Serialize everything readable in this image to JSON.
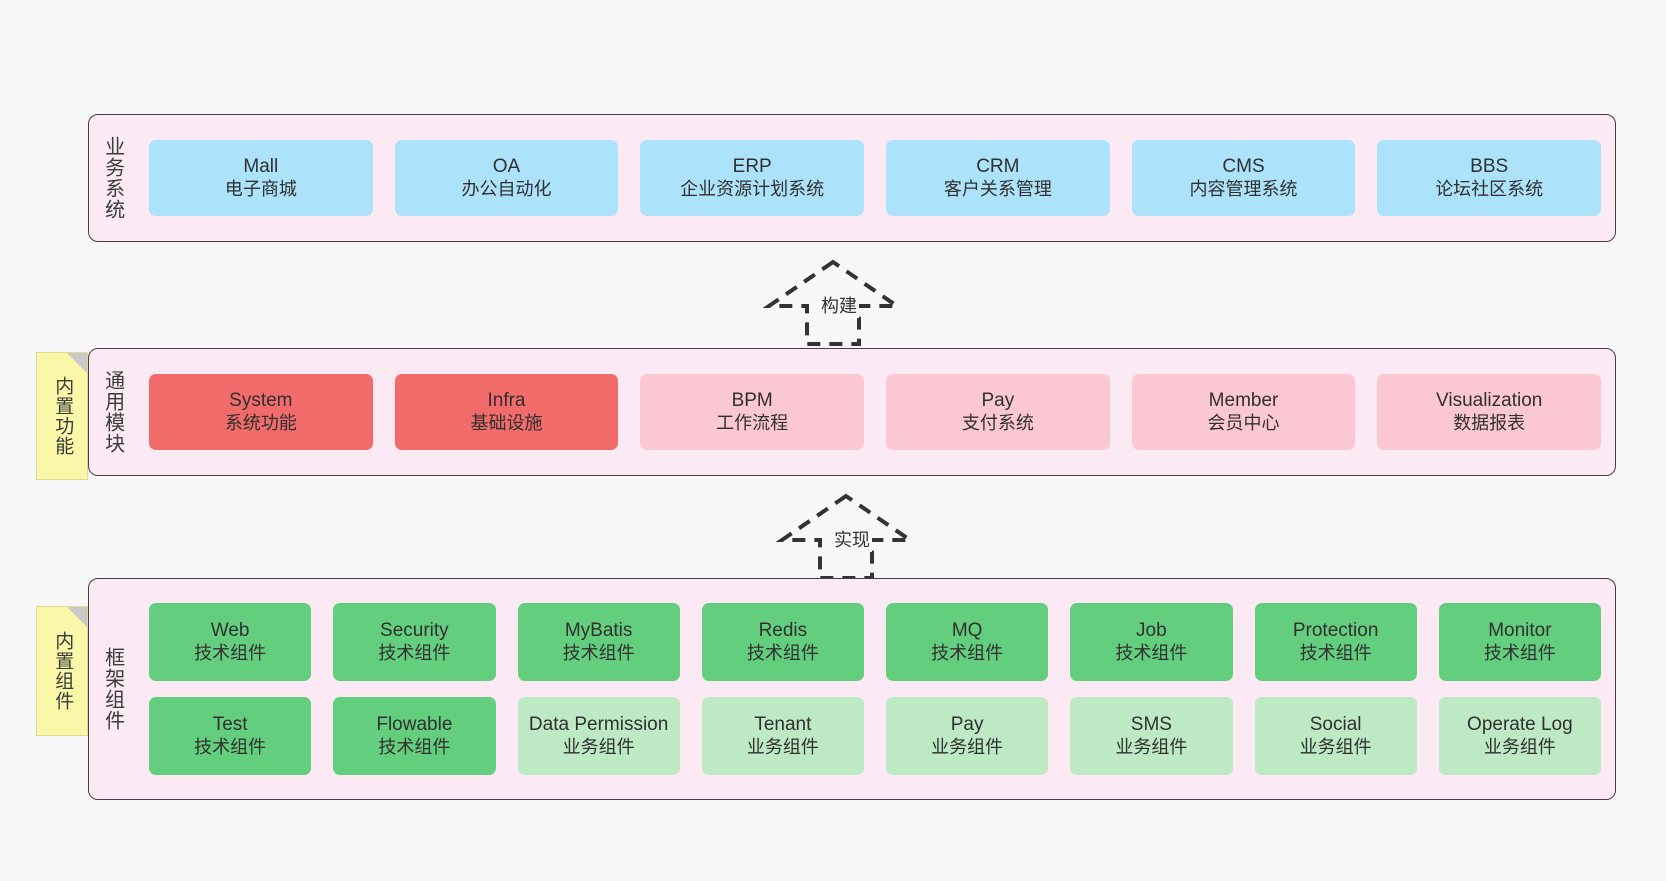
{
  "diagram": {
    "background": "#f7f7f7",
    "band_fill": "#fbeaf4",
    "band_stroke": "#4a3b44",
    "note_fill": "#fbf7a8"
  },
  "notes": [
    {
      "id": "builtin-function",
      "label": "内置功能"
    },
    {
      "id": "builtin-component",
      "label": "内置组件"
    }
  ],
  "arrows": [
    {
      "id": "build",
      "label": "构建",
      "style": "dashed-generalization"
    },
    {
      "id": "implement",
      "label": "实现",
      "style": "dashed-generalization"
    }
  ],
  "layers": [
    {
      "id": "business",
      "title": "业务系统",
      "rows": [
        {
          "tiles": [
            {
              "name": "Mall",
              "desc": "电子商城",
              "color": "#ace3fb",
              "variant": "c-blue"
            },
            {
              "name": "OA",
              "desc": "办公自动化",
              "color": "#ace3fb",
              "variant": "c-blue"
            },
            {
              "name": "ERP",
              "desc": "企业资源计划系统",
              "color": "#ace3fb",
              "variant": "c-blue"
            },
            {
              "name": "CRM",
              "desc": "客户关系管理",
              "color": "#ace3fb",
              "variant": "c-blue"
            },
            {
              "name": "CMS",
              "desc": "内容管理系统",
              "color": "#ace3fb",
              "variant": "c-blue"
            },
            {
              "name": "BBS",
              "desc": "论坛社区系统",
              "color": "#ace3fb",
              "variant": "c-blue"
            }
          ]
        }
      ]
    },
    {
      "id": "common",
      "title": "通用模块",
      "rows": [
        {
          "tiles": [
            {
              "name": "System",
              "desc": "系统功能",
              "color": "#f26b6b",
              "variant": "c-red"
            },
            {
              "name": "Infra",
              "desc": "基础设施",
              "color": "#f26b6b",
              "variant": "c-red"
            },
            {
              "name": "BPM",
              "desc": "工作流程",
              "color": "#fbc7d2",
              "variant": "c-pink"
            },
            {
              "name": "Pay",
              "desc": "支付系统",
              "color": "#fbc7d2",
              "variant": "c-pink"
            },
            {
              "name": "Member",
              "desc": "会员中心",
              "color": "#fbc7d2",
              "variant": "c-pink"
            },
            {
              "name": "Visualization",
              "desc": "数据报表",
              "color": "#fbc7d2",
              "variant": "c-pink"
            }
          ]
        }
      ]
    },
    {
      "id": "framework",
      "title": "框架组件",
      "rows": [
        {
          "tiles": [
            {
              "name": "Web",
              "desc": "技术组件",
              "color": "#64ce7f",
              "variant": "c-green"
            },
            {
              "name": "Security",
              "desc": "技术组件",
              "color": "#64ce7f",
              "variant": "c-green"
            },
            {
              "name": "MyBatis",
              "desc": "技术组件",
              "color": "#64ce7f",
              "variant": "c-green"
            },
            {
              "name": "Redis",
              "desc": "技术组件",
              "color": "#64ce7f",
              "variant": "c-green"
            },
            {
              "name": "MQ",
              "desc": "技术组件",
              "color": "#64ce7f",
              "variant": "c-green"
            },
            {
              "name": "Job",
              "desc": "技术组件",
              "color": "#64ce7f",
              "variant": "c-green"
            },
            {
              "name": "Protection",
              "desc": "技术组件",
              "color": "#64ce7f",
              "variant": "c-green"
            },
            {
              "name": "Monitor",
              "desc": "技术组件",
              "color": "#64ce7f",
              "variant": "c-green"
            }
          ]
        },
        {
          "tiles": [
            {
              "name": "Test",
              "desc": "技术组件",
              "color": "#64ce7f",
              "variant": "c-green"
            },
            {
              "name": "Flowable",
              "desc": "技术组件",
              "color": "#64ce7f",
              "variant": "c-green"
            },
            {
              "name": "Data Permission",
              "desc": "业务组件",
              "color": "#bde9c5",
              "variant": "c-lightgreen"
            },
            {
              "name": "Tenant",
              "desc": "业务组件",
              "color": "#bde9c5",
              "variant": "c-lightgreen"
            },
            {
              "name": "Pay",
              "desc": "业务组件",
              "color": "#bde9c5",
              "variant": "c-lightgreen"
            },
            {
              "name": "SMS",
              "desc": "业务组件",
              "color": "#bde9c5",
              "variant": "c-lightgreen"
            },
            {
              "name": "Social",
              "desc": "业务组件",
              "color": "#bde9c5",
              "variant": "c-lightgreen"
            },
            {
              "name": "Operate Log",
              "desc": "业务组件",
              "color": "#bde9c5",
              "variant": "c-lightgreen"
            }
          ]
        }
      ]
    }
  ]
}
